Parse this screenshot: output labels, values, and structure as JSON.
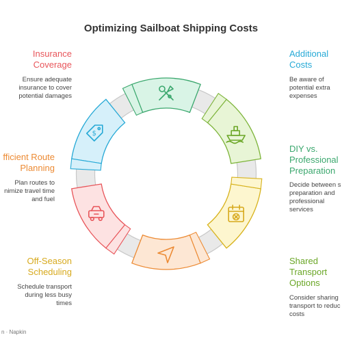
{
  "title": "Optimizing Sailboat Shipping Costs",
  "footer": "n · Napkin",
  "items": [
    {
      "h1": "Insurance",
      "h2": "Coverage",
      "desc": [
        "Ensure adequate",
        "insurance to cover",
        "potential damages"
      ],
      "color": "#e8555a",
      "fill": "#fde2e2",
      "stroke": "#e8555a",
      "icon": "car-icon"
    },
    {
      "h1": "Additional",
      "h2": "Costs",
      "desc": [
        "Be aware of",
        "potential extra",
        "expenses"
      ],
      "color": "#26a9d6",
      "fill": "#d6f0fa",
      "stroke": "#26a9d6",
      "icon": "price-tag-icon"
    },
    {
      "h1": "DIY vs.",
      "h2": "Professional",
      "h3": "Preparation",
      "desc": [
        "Decide between s",
        "preparation and",
        "professional",
        "services"
      ],
      "color": "#3aa76d",
      "fill": "#d9f4e6",
      "stroke": "#3aa76d",
      "icon": "tools-icon"
    },
    {
      "h1": "Shared",
      "h2": "Transport",
      "h3": "Options",
      "desc": [
        "Consider sharing",
        "transport to reduc",
        "costs"
      ],
      "color": "#6aa626",
      "fill": "#e8f5d6",
      "stroke": "#7db43a",
      "icon": "ship-icon"
    },
    {
      "h1": "Off-Season",
      "h2": "Scheduling",
      "desc": [
        "Schedule transport",
        "during less busy",
        "times"
      ],
      "color": "#d7a91c",
      "fill": "#fdf6cf",
      "stroke": "#d7b21c",
      "icon": "calendar-icon"
    },
    {
      "h1": "fficient Route",
      "h2": "Planning",
      "desc": [
        "Plan routes to",
        "nimize travel time",
        "and fuel"
      ],
      "color": "#ec8a33",
      "fill": "#fde7d4",
      "stroke": "#ec8a33",
      "icon": "navigation-icon"
    }
  ]
}
